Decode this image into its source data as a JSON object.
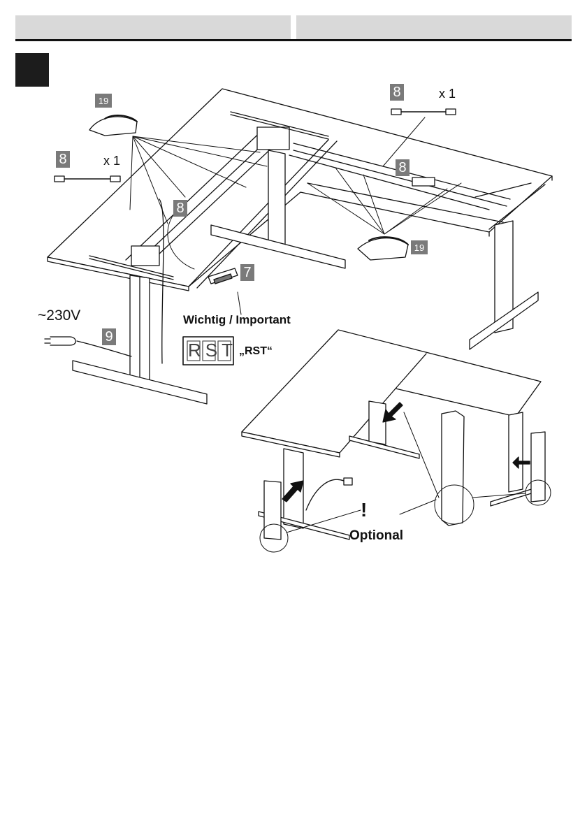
{
  "header": {
    "left_title": "",
    "right_title": ""
  },
  "step_number": "",
  "callouts": {
    "part_8": "8",
    "part_7": "7",
    "part_9": "9",
    "part_19": "19",
    "qty_cable_top": "x 1",
    "qty_cable_left": "x 1"
  },
  "voltage_label": "~230V",
  "important_label": "Wichtig / Important",
  "display": {
    "digits": "RST",
    "quote": "„RST“"
  },
  "optional": {
    "mark": "!",
    "label": "Optional"
  }
}
